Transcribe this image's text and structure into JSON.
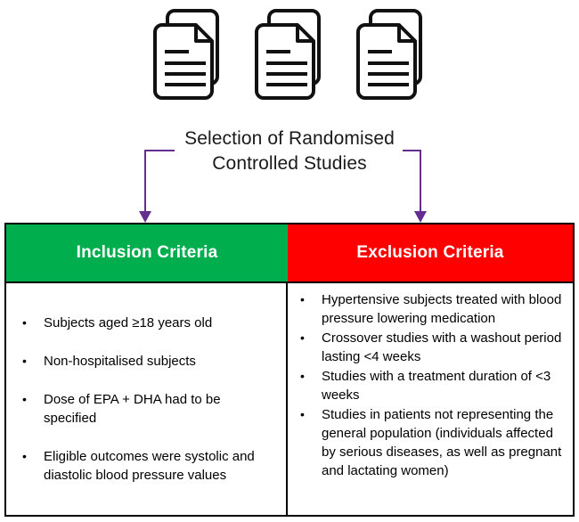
{
  "diagram": {
    "icons": {
      "count": 3,
      "name": "document-stack-icon",
      "label": "stacked documents"
    },
    "caption": {
      "line1": "Selection of Randomised",
      "line2": "Controlled Studies"
    },
    "connector": {
      "color": "#662D91",
      "left_arrow_label": "arrow to inclusion criteria",
      "right_arrow_label": "arrow to exclusion criteria"
    },
    "table": {
      "columns": [
        {
          "key": "inclusion",
          "header": "Inclusion Criteria",
          "header_bg": "#00AE4D",
          "header_fg": "#FFFFFF",
          "items": [
            "Subjects aged ≥18 years old",
            "Non-hospitalised subjects",
            "Dose of EPA + DHA had to be specified",
            "Eligible outcomes were systolic and diastolic blood pressure values"
          ]
        },
        {
          "key": "exclusion",
          "header": "Exclusion Criteria",
          "header_bg": "#FF0000",
          "header_fg": "#FFFFFF",
          "items": [
            "Hypertensive subjects treated with blood pressure lowering medication",
            "Crossover studies with a washout period lasting <4 weeks",
            "Studies with a treatment duration of <3 weeks",
            "Studies in patients not representing the general population (individuals affected by serious diseases,  as well as pregnant and lactating women)"
          ]
        }
      ]
    }
  }
}
